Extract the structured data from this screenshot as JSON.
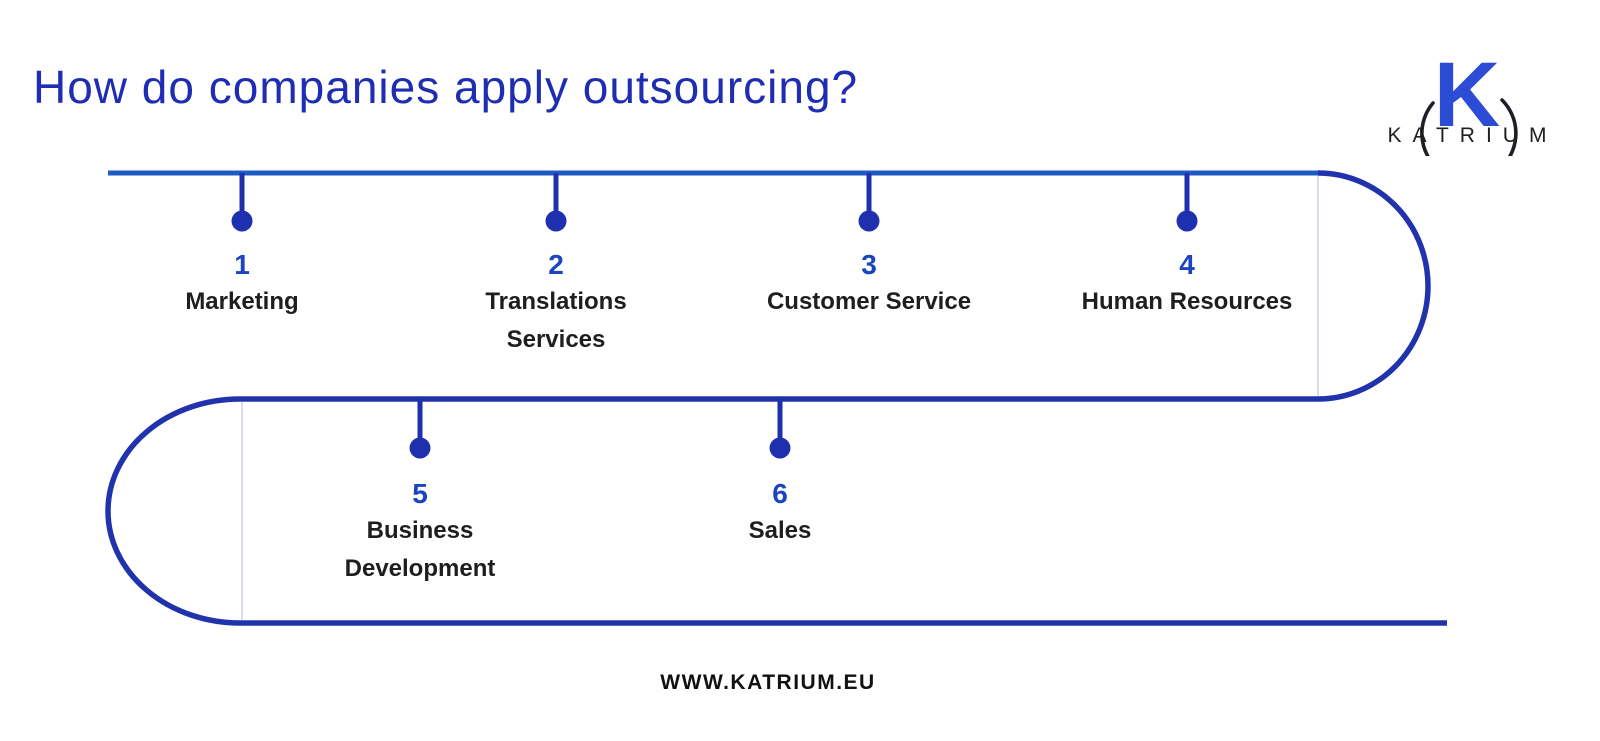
{
  "title": "How do companies apply outsourcing?",
  "logo": {
    "monogram": "K",
    "brand": "KATRIUM"
  },
  "timeline": {
    "items": [
      {
        "number": "1",
        "label": "Marketing"
      },
      {
        "number": "2",
        "label": "Translations\nServices"
      },
      {
        "number": "3",
        "label": "Customer Service"
      },
      {
        "number": "4",
        "label": "Human Resources"
      },
      {
        "number": "5",
        "label": "Business\nDevelopment"
      },
      {
        "number": "6",
        "label": "Sales"
      }
    ]
  },
  "footer": {
    "website": "WWW.KATRIUM.EU"
  },
  "colors": {
    "title_blue": "#1e2db1",
    "top_line_blue": "#1d5bc0",
    "path_indigo": "#2133ac",
    "marker_indigo": "#1e30ae",
    "number_blue": "#1b44c0",
    "label_dark": "#1e1e1e",
    "logo_k_blue": "#2c4cd6",
    "logo_ring_dark": "#1c2026",
    "footer_dark": "#111111"
  }
}
